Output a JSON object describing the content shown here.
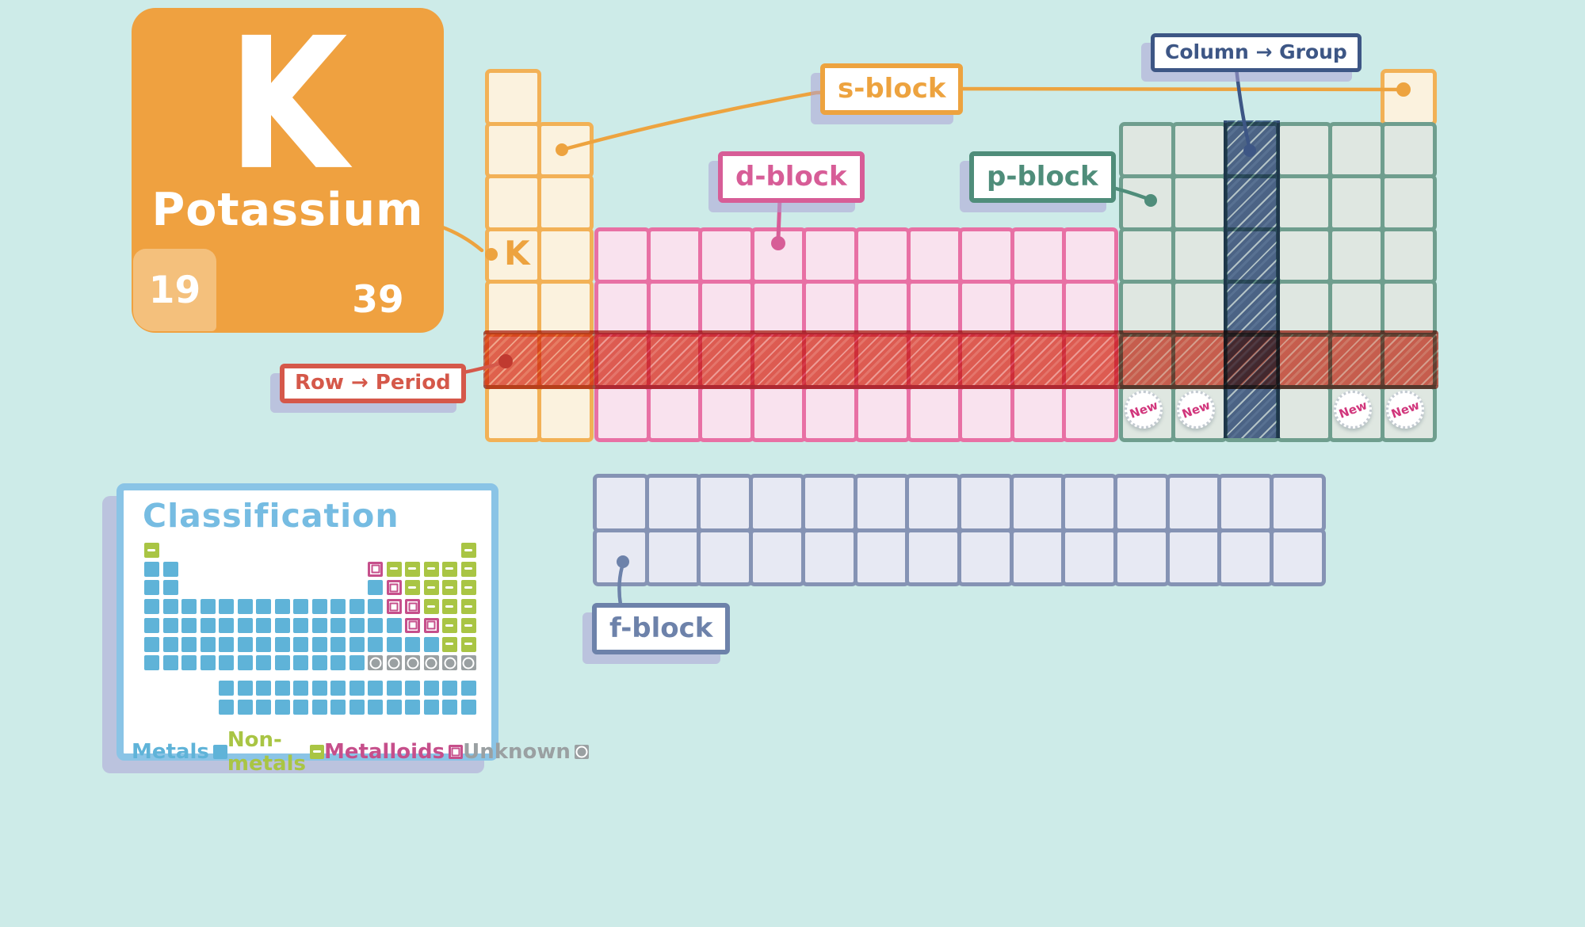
{
  "colors": {
    "background": "#cdebe8",
    "shadow": "rgba(173,163,213,0.55)",
    "card_orange": "#efa140",
    "card_badge": "#f4c07c",
    "s_border": "#f2b156",
    "s_fill": "#fbf2de",
    "s_accent": "#eda33f",
    "d_border": "#e870a4",
    "d_fill": "#f9e2ee",
    "d_accent": "#d75d97",
    "p_border": "#6f9e8e",
    "p_fill": "#dfe7e1",
    "p_accent": "#4f8d7a",
    "f_border": "#8593b4",
    "f_fill": "#e7e9f3",
    "f_accent": "#6d82aa",
    "period_red": "#e0513f",
    "period_accent": "#d5584a",
    "group_navy": "#47608e",
    "group_accent": "#3d5685",
    "badge_text": "#d1367c",
    "class_border": "#8ac4e6",
    "class_title": "#76bce2",
    "metal": "#5fb3d8",
    "nonmetal": "#a9c544",
    "metalloid": "#c64f8b",
    "unknown": "#9aa0a2"
  },
  "element_card": {
    "symbol": "K",
    "name": "Potassium",
    "atomic_number": "19",
    "mass_number": "39"
  },
  "blocks": {
    "s": {
      "label": "s-block",
      "columns": 2,
      "rows": 7,
      "detached_helium_cell_top_right": true
    },
    "d": {
      "label": "d-block",
      "columns": 10,
      "rows": 4
    },
    "p": {
      "label": "p-block",
      "columns": 6,
      "rows": 6
    },
    "f": {
      "label": "f-block",
      "columns": 14,
      "rows": 2
    }
  },
  "annotations": {
    "column_group": "Column → Group",
    "row_period": "Row → Period"
  },
  "cell_marker": {
    "text": "K",
    "block": "s",
    "column": 1,
    "period": 4
  },
  "highlights": {
    "period_row": 6,
    "group_column_of_p_block": 3
  },
  "new_badges": {
    "label": "New",
    "p_block_columns": [
      1,
      2,
      5,
      6
    ],
    "period_row": 7
  },
  "classification": {
    "title": "Classification",
    "legend": [
      {
        "label": "Metals",
        "type": "metal"
      },
      {
        "label": "Non-metals",
        "type": "nonmetal"
      },
      {
        "label": "Metalloids",
        "type": "metalloid"
      },
      {
        "label": "Unknown",
        "type": "unknown"
      }
    ],
    "category_codes": {
      "M": "metal",
      "N": "nonmetal",
      "L": "metalloid",
      "U": "unknown"
    },
    "main_rows": [
      "N................N",
      "MM..........LNNNNN",
      "MM..........MLNNNN",
      "MMMMMMMMMMMMMLLNNN",
      "MMMMMMMMMMMMMMLLNN",
      "MMMMMMMMMMMMMMMMNN",
      "MMMMMMMMMMMMUUUUUU"
    ],
    "f_rows": [
      "MMMMMMMMMMMMMM",
      "MMMMMMMMMMMMMM"
    ]
  }
}
